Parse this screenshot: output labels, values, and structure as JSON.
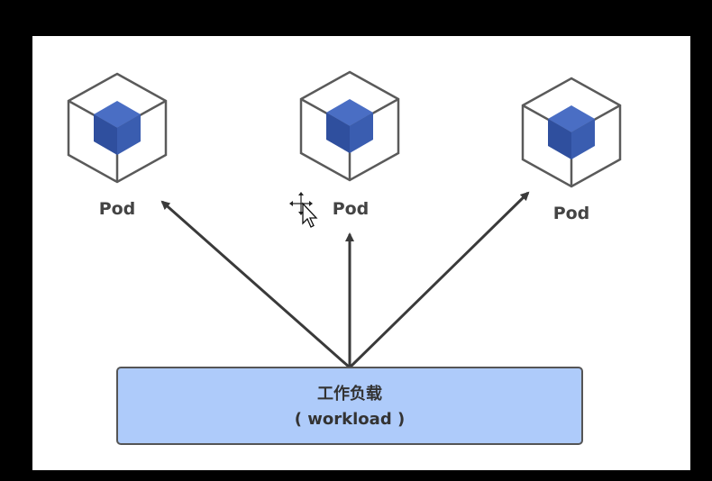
{
  "colors": {
    "background_outer": "#000000",
    "canvas": "#ffffff",
    "cube_outline": "#5a5a5a",
    "cube_fill": "#2f4f9e",
    "arrow": "#3a3a3a",
    "workload_fill": "#aecbfa",
    "workload_stroke": "#555555"
  },
  "pods": [
    {
      "label": "Pod",
      "icon": "cube-icon"
    },
    {
      "label": "Pod",
      "icon": "cube-icon"
    },
    {
      "label": "Pod",
      "icon": "cube-icon"
    }
  ],
  "workload": {
    "line1": "工作负载",
    "line2": "( workload )"
  },
  "cursor": {
    "icon": "move-cursor-icon"
  }
}
